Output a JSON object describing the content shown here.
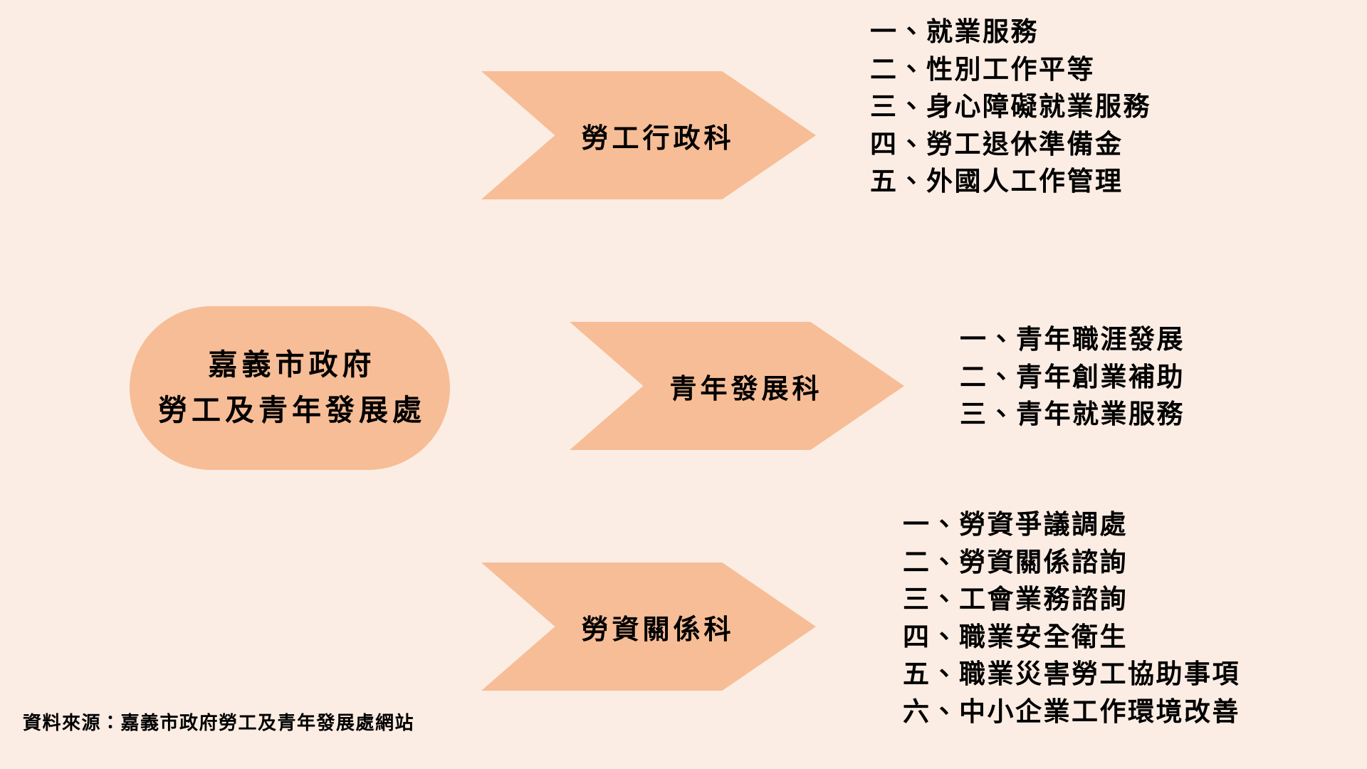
{
  "theme": {
    "background_color": "#FCEDE4",
    "shape_color": "#F7BD96",
    "text_color": "#000000"
  },
  "root": {
    "line1": "嘉義市政府",
    "line2": "勞工及青年發展處"
  },
  "branches": [
    {
      "id": "labor-administration",
      "label": "勞工行政科",
      "duties": [
        "一、就業服務",
        "二、性別工作平等",
        "三、身心障礙就業服務",
        "四、勞工退休準備金",
        "五、外國人工作管理"
      ]
    },
    {
      "id": "youth-development",
      "label": "青年發展科",
      "duties": [
        "一、青年職涯發展",
        "二、青年創業補助",
        "三、青年就業服務"
      ]
    },
    {
      "id": "labor-relations",
      "label": "勞資關係科",
      "duties": [
        "一、勞資爭議調處",
        "二、勞資關係諮詢",
        "三、工會業務諮詢",
        "四、職業安全衛生",
        "五、職業災害勞工協助事項",
        "六、中小企業工作環境改善"
      ]
    }
  ],
  "source_note": "資料來源：嘉義市政府勞工及青年發展處網站"
}
